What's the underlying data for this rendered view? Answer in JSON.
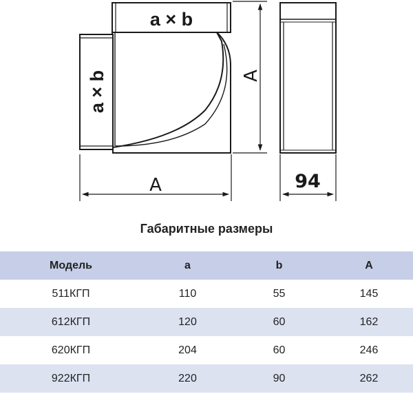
{
  "drawing": {
    "top_label": "a × b",
    "side_label": "a × b",
    "height_label": "A",
    "width_label": "A",
    "depth_label": "94"
  },
  "table": {
    "title": "Габаритные размеры",
    "headers": [
      "Модель",
      "a",
      "b",
      "A"
    ],
    "rows": [
      [
        "511КГП",
        "110",
        "55",
        "145"
      ],
      [
        "612КГП",
        "120",
        "60",
        "162"
      ],
      [
        "620КГП",
        "204",
        "60",
        "246"
      ],
      [
        "922КГП",
        "220",
        "90",
        "262"
      ]
    ]
  },
  "colors": {
    "header_bg": "#c6cee8",
    "stripe_bg": "#dde2f1",
    "line": "#1a1a1a"
  }
}
